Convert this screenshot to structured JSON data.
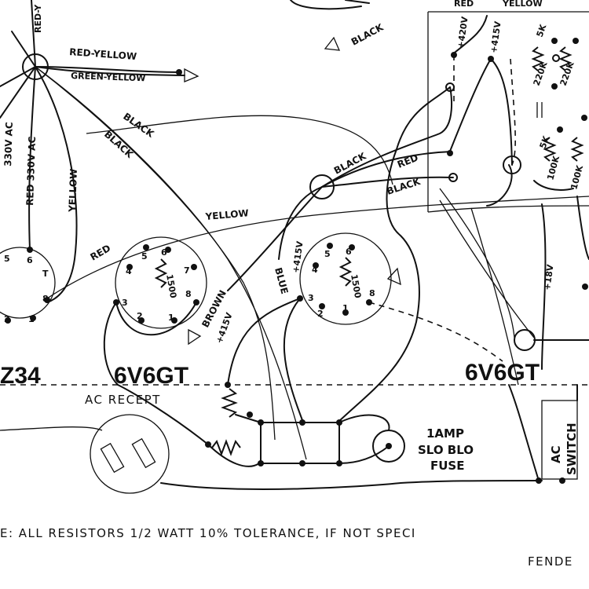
{
  "wire_labels": {
    "red_yellow": "RED-YELLOW",
    "green_yellow": "GREEN-YELLOW",
    "black_top": "BLACK",
    "black_1": "BLACK",
    "black_2": "BLACK",
    "black_3": "BLACK",
    "black_4": "BLACK",
    "red_1": "RED",
    "red_2": "RED",
    "yellow_1": "YELLOW",
    "yellow_2": "YELLOW",
    "blue": "BLUE",
    "brown": "BROWN",
    "red_corner": "RED-Y",
    "red_top": "RED",
    "yellow_top": "YELLOW",
    "ac330": "330V AC",
    "red330": "RED 330V AC"
  },
  "voltages": {
    "v420": "+420V",
    "v415a": "+415V",
    "v415b": "+415V",
    "v415c": "+415V",
    "v18": "+18V"
  },
  "tubes": {
    "left_label": "Z34",
    "v1_label": "6V6GT",
    "v2_label": "6V6GT",
    "v1_resistor": "1500",
    "v2_resistor": "1500"
  },
  "components": {
    "ac_recept": "AC RECEPT",
    "fuse_line1": "1AMP",
    "fuse_line2": "SLO BLO",
    "fuse_line3": "FUSE",
    "ac_switch_1": "AC",
    "ac_switch_2": "SWITCH",
    "r220k_1": "220K",
    "r220k_2": "220K",
    "r5k": "5K",
    "r100k_1": "100K",
    "r100k_2": "100K",
    "r5k_2": "5K"
  },
  "footer": {
    "note": "E: ALL RESISTORS 1/2 WATT   10% TOLERANCE, IF NOT SPECI",
    "brand": "FENDE"
  }
}
